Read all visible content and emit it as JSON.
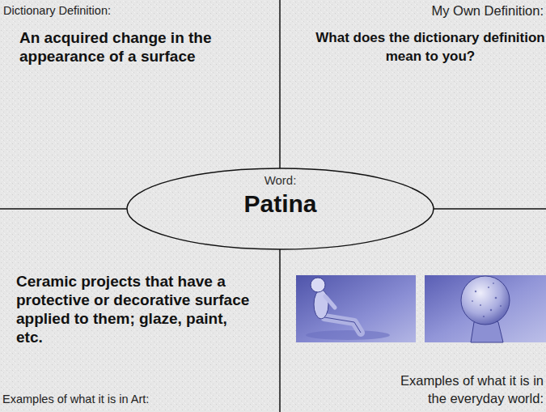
{
  "diagram": {
    "nodes": [
      {
        "text": [
          "Dictionary Definition:",
          "An acquired change in the appearance of a surface"
        ]
      },
      {
        "text": [
          "My Own Definition:",
          "What does the dictionary definition mean to you?"
        ]
      },
      {
        "text": [
          "Word:",
          "Patina"
        ]
      },
      {
        "text": [
          "Ceramic projects that have a protective or decorative surface applied to them; glaze, paint, etc.",
          "Examples of what it is in Art:"
        ]
      },
      {
        "text": [
          "Examples of what it is in the everyday world:"
        ]
      }
    ]
  }
}
